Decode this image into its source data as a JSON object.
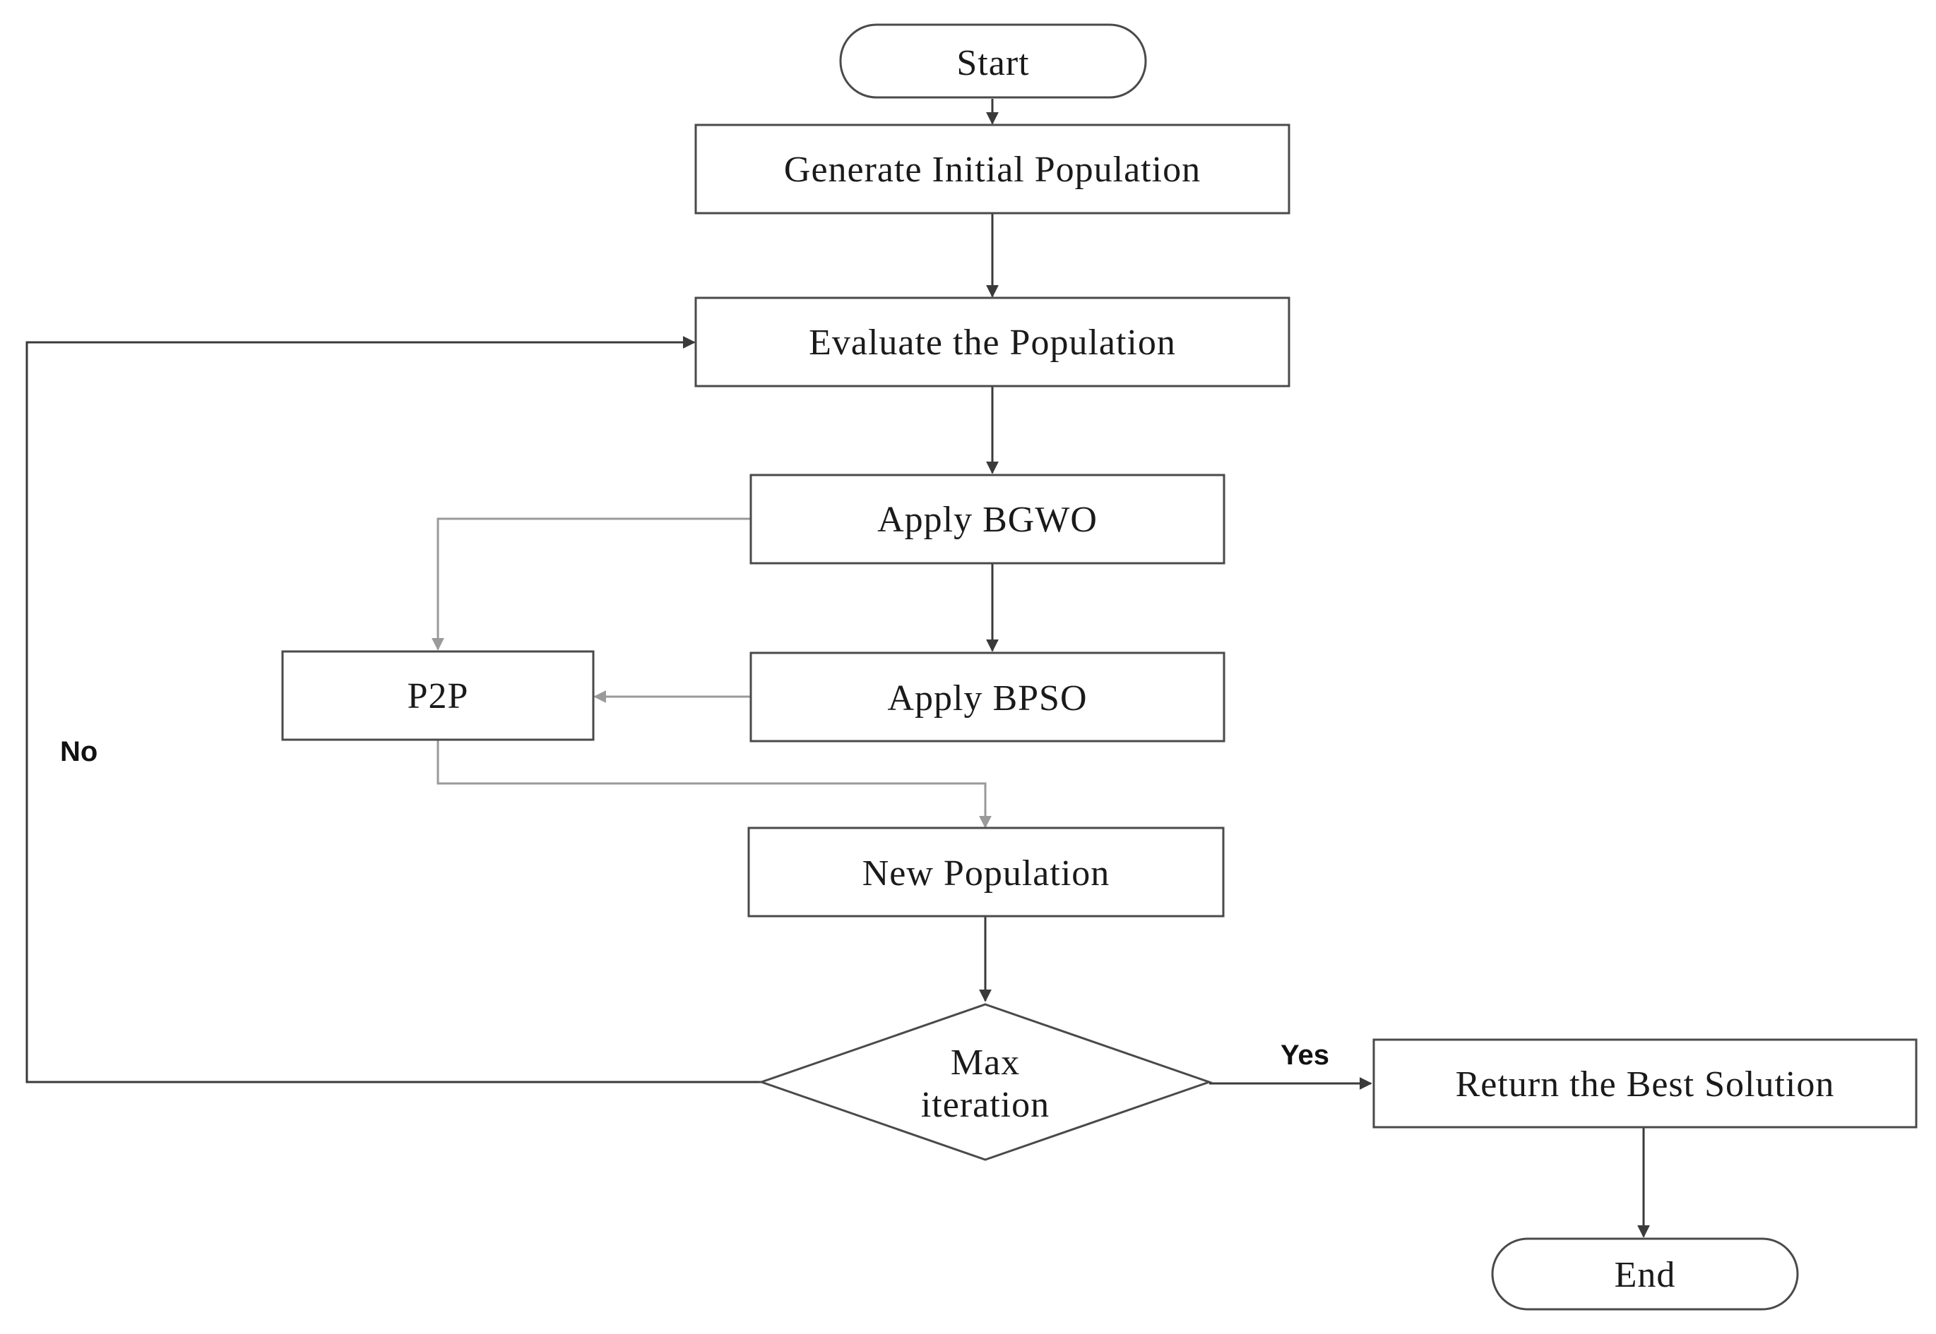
{
  "nodes": {
    "start": "Start",
    "generate": "Generate Initial Population",
    "evaluate": "Evaluate the Population",
    "bgwo": "Apply BGWO",
    "bpso": "Apply BPSO",
    "p2p": "P2P",
    "new_population": "New Population",
    "max_iteration_line1": "Max",
    "max_iteration_line2": "iteration",
    "return_best": "Return the Best Solution",
    "end": "End"
  },
  "edge_labels": {
    "yes": "Yes",
    "no": "No"
  }
}
